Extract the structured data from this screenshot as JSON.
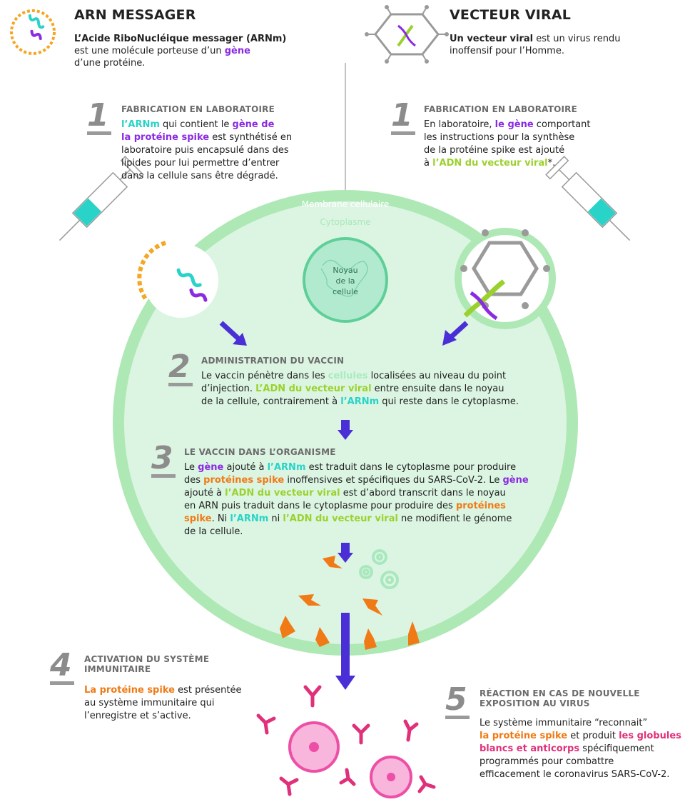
{
  "left": {
    "title": "ARN MESSAGER",
    "intro_1": "L’Acide RiboNucléique messager (ARNm)",
    "intro_2a": "est une molécule porteuse d’un ",
    "intro_2b": "gène",
    "intro_3": "d’une protéine."
  },
  "right": {
    "title": "VECTEUR VIRAL",
    "intro_1a": "Un vecteur viral",
    "intro_1b": " est un virus rendu",
    "intro_2": "inoffensif pour l’Homme."
  },
  "step1_left": {
    "number": "1",
    "title": "FABRICATION EN LABORATOIRE",
    "l1a": "l’ARNm",
    "l1b": " qui contient le ",
    "l1c": "gène de",
    "l2a": "la protéine spike",
    "l2b": " est synthétisé en",
    "l3": "laboratoire puis encapsulé dans des",
    "l4": "lipides pour lui permettre d’entrer",
    "l5": "dans la cellule sans être dégradé."
  },
  "step1_right": {
    "number": "1",
    "title": "FABRICATION EN LABORATOIRE",
    "l1a": "En laboratoire, ",
    "l1b": "le gène",
    "l1c": " comportant",
    "l2": "les instructions pour la synthèse",
    "l3": "de la protéine spike est ajouté",
    "l4a": "à ",
    "l4b": "l’ADN du vecteur viral",
    "l4c": "*."
  },
  "cell": {
    "membrane_label": "Membrane cellulaire",
    "cytoplasm_label": "Cytoplasme",
    "nucleus_1": "Noyau",
    "nucleus_2": "de la",
    "nucleus_3": "cellule"
  },
  "step2": {
    "number": "2",
    "title": "ADMINISTRATION DU VACCIN",
    "l1a": "Le vaccin pénètre dans les ",
    "l1b": "cellules",
    "l1c": " localisées au niveau du point",
    "l2a": "d’injection. ",
    "l2b": "L’ADN du vecteur viral",
    "l2c": " entre ensuite dans le noyau",
    "l3a": "de la cellule, contrairement à ",
    "l3b": "l’ARNm",
    "l3c": " qui reste dans le cytoplasme."
  },
  "step3": {
    "number": "3",
    "title": "LE VACCIN DANS L’ORGANISME",
    "l1a": "Le ",
    "l1b": "gène",
    "l1c": " ajouté à ",
    "l1d": "l’ARNm",
    "l1e": " est traduit dans le cytoplasme pour produire",
    "l2a": "des ",
    "l2b": "protéines spike",
    "l2c": " inoffensives et spécifiques du SARS-CoV-2. Le ",
    "l2d": "gène",
    "l3a": "ajouté à ",
    "l3b": "l’ADN du vecteur viral",
    "l3c": " est d’abord transcrit dans le noyau",
    "l4a": "en ARN puis traduit dans le cytoplasme pour produire des ",
    "l4b": "protéines",
    "l5a": "spike",
    "l5b": ". Ni ",
    "l5c": "l’ARNm",
    "l5d": " ni ",
    "l5e": "l’ADN du vecteur viral",
    "l5f": " ne modifient le génome",
    "l6": "de la cellule."
  },
  "step4": {
    "number": "4",
    "title_1": "ACTIVATION DU SYSTÈME",
    "title_2": "IMMUNITAIRE",
    "l1a": "La protéine spike",
    "l1b": " est présentée",
    "l2": "au système immunitaire qui",
    "l3": "l’enregistre et s’active."
  },
  "step5": {
    "number": "5",
    "title_1": "RÉACTION EN CAS DE NOUVELLE",
    "title_2": "EXPOSITION AU VIRUS",
    "l1": "Le système immunitaire “reconnait”",
    "l2a": "la protéine spike",
    "l2b": " et produit ",
    "l2c": "les globules",
    "l3a": "blancs et anticorps",
    "l3b": " spécifiquement",
    "l4": "programmés pour combattre",
    "l5": "efficacement le coronavirus SARS-CoV-2."
  },
  "colors": {
    "cell_fill": "#dcf5e2",
    "cell_border": "#aee8b5",
    "arrow": "#4b2fd6",
    "spike": "#f07a15",
    "antibody": "#e0307a",
    "mrna_teal": "#2ad3c8",
    "mrna_purple": "#8a2be2",
    "dna_green": "#9bd12e",
    "lipid_orange": "#f5a623"
  },
  "icons": [
    "mrna-icon",
    "viral-vector-icon",
    "syringe-icon",
    "nucleus-icon",
    "gear-icon",
    "spike-protein-icon",
    "antibody-icon",
    "white-blood-cell-icon",
    "arrow-down-icon"
  ]
}
